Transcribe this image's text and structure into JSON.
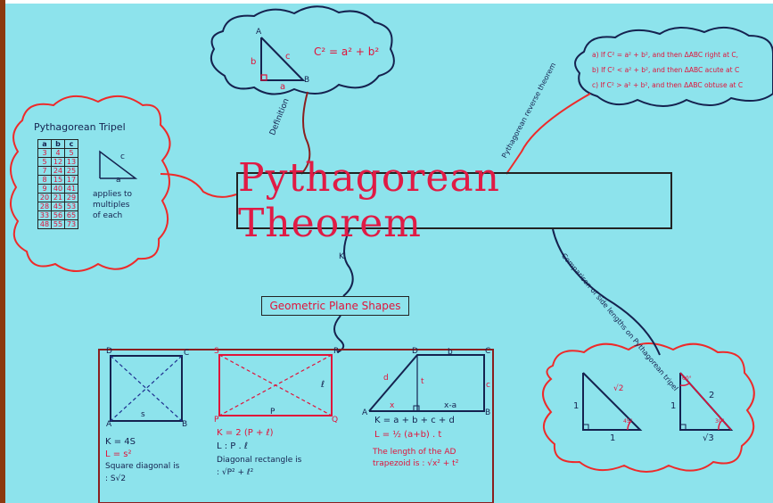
{
  "title": "Pythagorean Theorem",
  "definition_label": "Definition",
  "definition_cloud": {
    "vertices": [
      "A",
      "B",
      "a",
      "b",
      "c"
    ],
    "formula": "C² = a² + b²"
  },
  "reverse_label": "Pythagorean reverse theorem",
  "reverse_items": [
    "a) If C² = a² + b², and then ΔABC right at C,",
    "b) If C² < a² + b², and then ΔABC acute at C",
    "c) If C² > a² + b², and then ΔABC obtuse at C"
  ],
  "tripel": {
    "title": "Pythagorean Tripel",
    "headers": [
      "a",
      "b",
      "c"
    ],
    "rows": [
      [
        "3",
        "4",
        "5"
      ],
      [
        "5",
        "12",
        "13"
      ],
      [
        "7",
        "24",
        "25"
      ],
      [
        "8",
        "15",
        "17"
      ],
      [
        "9",
        "40",
        "41"
      ],
      [
        "20",
        "21",
        "29"
      ],
      [
        "28",
        "45",
        "53"
      ],
      [
        "33",
        "56",
        "65"
      ],
      [
        "48",
        "55",
        "73"
      ]
    ],
    "note": [
      "applies to",
      "multiples",
      "of each"
    ],
    "tri_labels": [
      "c",
      "a"
    ]
  },
  "branch_k": "K",
  "geo_label": "Geometric Plane Shapes",
  "comparison_label": "Comparison of side lengths on Pythagorean tripel",
  "square": {
    "corners": [
      "D",
      "C",
      "A",
      "B"
    ],
    "side": "s",
    "k": "K = 4S",
    "l": "L = s²",
    "diag1": "Square diagonal is",
    "diag2": ": S√2"
  },
  "rect": {
    "corners": [
      "S",
      "R",
      "P",
      "Q"
    ],
    "p_label": "P",
    "l_label": "ℓ",
    "k": "K = 2 (P + ℓ)",
    "l": "L : P . ℓ",
    "diag1": "Diagonal rectangle is",
    "diag2": ": √P² + ℓ²"
  },
  "trap": {
    "corners": [
      "D",
      "C",
      "A",
      "B"
    ],
    "b_top": "b",
    "d": "d",
    "t": "t",
    "c": "c",
    "x": "x",
    "xa": "x-a",
    "k": "K = a + b + c + d",
    "l": "L = ½ (a+b) . t",
    "note1": "The length of the AD",
    "note2": "trapezoid is : √x² + t²"
  },
  "tri_right": {
    "a": {
      "hyp": "√2",
      "leg1": "1",
      "leg2": "1",
      "angle": "45°"
    },
    "b": {
      "hyp": "2",
      "leg1": "1",
      "leg2": "√3",
      "angle_top": "60°",
      "angle_bot": "30°"
    }
  }
}
